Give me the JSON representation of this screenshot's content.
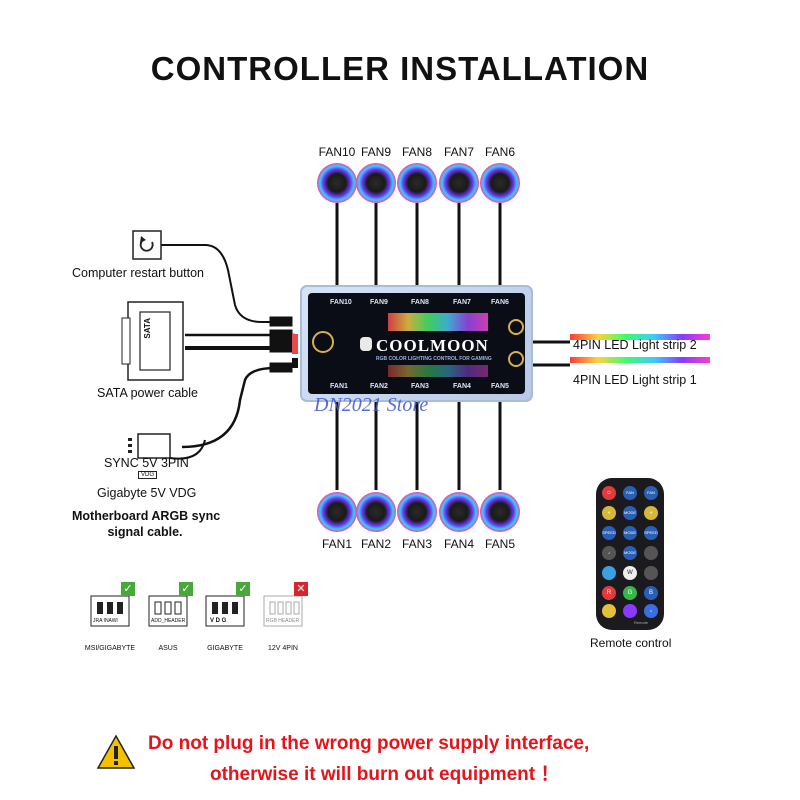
{
  "title": "CONTROLLER INSTALLATION",
  "top_fans": [
    "FAN10",
    "FAN9",
    "FAN8",
    "FAN7",
    "FAN6"
  ],
  "bottom_fans": [
    "FAN1",
    "FAN2",
    "FAN3",
    "FAN4",
    "FAN5"
  ],
  "hub": {
    "brand": "COOLMOON",
    "tagline": "RGB COLOR LIGHTING CONTROL FOR GAMING",
    "top_ports": [
      "FAN10",
      "FAN9",
      "FAN8",
      "FAN7",
      "FAN6"
    ],
    "bottom_ports": [
      "FAN1",
      "FAN2",
      "FAN3",
      "FAN4",
      "FAN5"
    ]
  },
  "left_labels": {
    "restart": "Computer restart button",
    "sata_plug": "SATA",
    "sata": "SATA power cable",
    "sync": "SYNC 5V 3PIN",
    "vdg_plug": "VDG",
    "vdg": "Gigabyte 5V VDG",
    "argb_line1": "Motherboard ARGB sync",
    "argb_line2": "signal cable."
  },
  "right_labels": {
    "strip2": "4PIN LED Light strip 2",
    "strip1": "4PIN LED Light strip 1"
  },
  "watermark": "DN2021 Store",
  "headers": [
    {
      "label": "MSI/GIGABYTE",
      "pin_text": "JRA INAWI",
      "ok": true
    },
    {
      "label": "ASUS",
      "pin_text": "ADD_HEADER",
      "ok": true
    },
    {
      "label": "GIGABYTE",
      "pin_text": "V D G",
      "ok": true
    },
    {
      "label": "12V 4PIN",
      "pin_text": "RGB HEADER",
      "ok": false
    }
  ],
  "remote": {
    "label": "Remote control",
    "buttons": [
      "FAN",
      "FAN",
      "MODE",
      "MODE",
      "SPEED",
      "MODE",
      "SPEED",
      "MODE",
      "W",
      "R",
      "G",
      "B"
    ],
    "brand": "Remote"
  },
  "warning": {
    "line1": "Do not plug in the wrong power supply interface,",
    "line2": "otherwise it will burn out equipment ！"
  },
  "colors": {
    "warning_text": "#e6141a",
    "check": "#49a83a",
    "cross": "#d7262b",
    "watermark": "#3d57c8"
  }
}
